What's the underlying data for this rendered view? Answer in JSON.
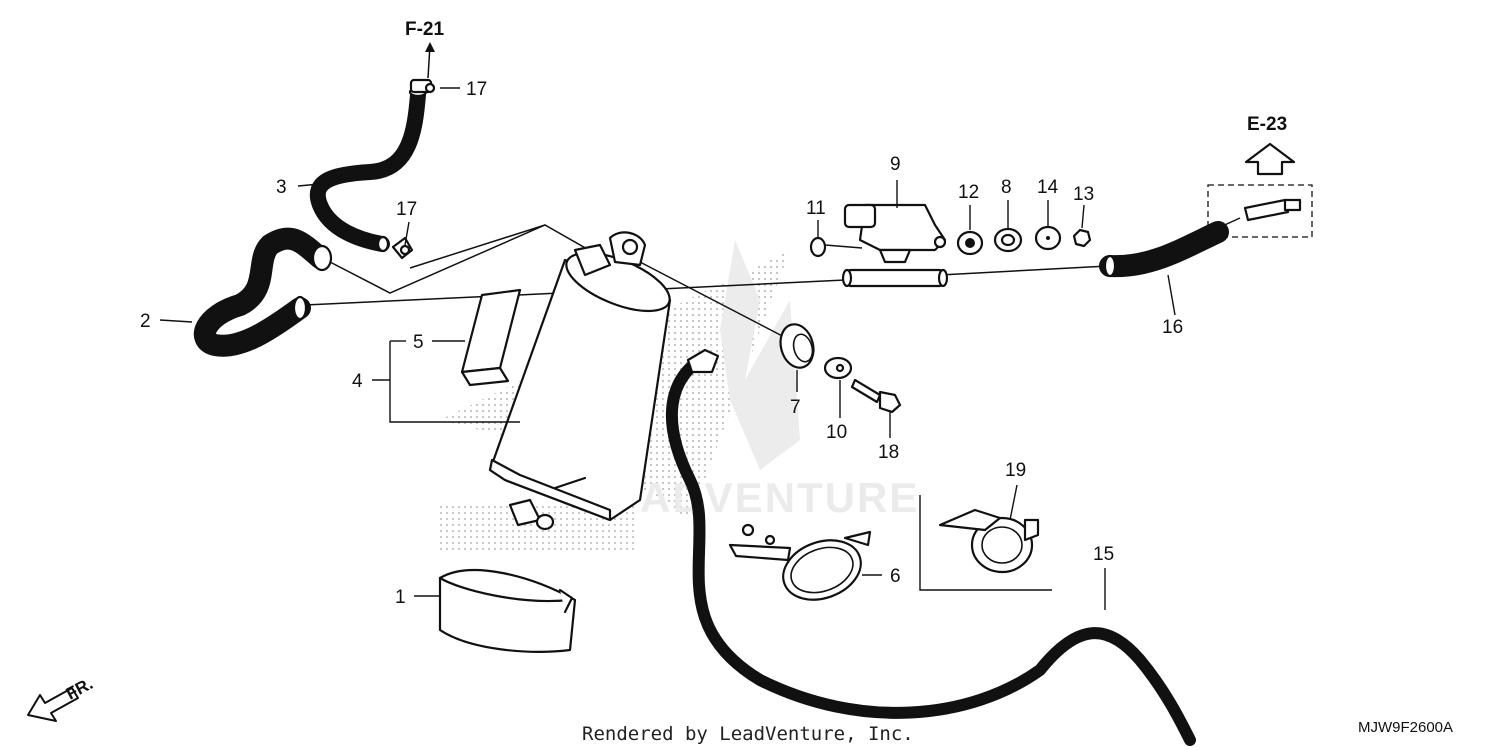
{
  "diagram": {
    "refs": {
      "top_ref": "F-21",
      "right_ref": "E-23"
    },
    "callouts": {
      "c1": "1",
      "c2": "2",
      "c3": "3",
      "c4": "4",
      "c5": "5",
      "c6": "6",
      "c7": "7",
      "c8": "8",
      "c9": "9",
      "c10": "10",
      "c11": "11",
      "c12": "12",
      "c13": "13",
      "c14": "14",
      "c15": "15",
      "c16": "16",
      "c17a": "17",
      "c17b": "17",
      "c18": "18",
      "c19": "19"
    },
    "front_label": "FR.",
    "watermark": "ADVENTURE",
    "footer_text": "Rendered by LeadVenture, Inc.",
    "diagram_code": "MJW9F2600A"
  }
}
